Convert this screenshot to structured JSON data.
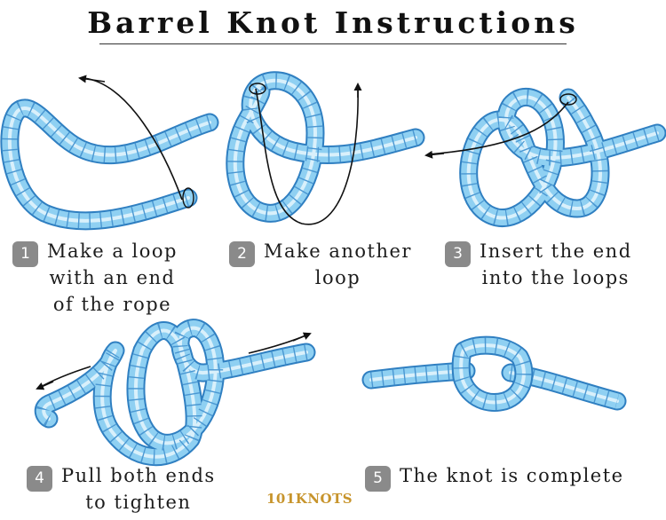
{
  "title": "Barrel Knot Instructions",
  "steps": [
    {
      "number": "1",
      "lines": [
        "Make a loop",
        "with an end",
        "of the rope"
      ]
    },
    {
      "number": "2",
      "lines": [
        "Make another",
        "loop"
      ]
    },
    {
      "number": "3",
      "lines": [
        "Insert the end",
        "into the loops"
      ]
    },
    {
      "number": "4",
      "lines": [
        "Pull both ends",
        "to tighten"
      ]
    },
    {
      "number": "5",
      "lines": [
        "The knot is complete"
      ]
    }
  ],
  "logo": {
    "text": "101KNOTS"
  },
  "colors": {
    "rope_fill": "#8fd0f2",
    "rope_edge": "#2f7fc1",
    "rope_bands": "#4a97d2",
    "badge": "#8a8a8a",
    "logo": "#c7942c"
  }
}
